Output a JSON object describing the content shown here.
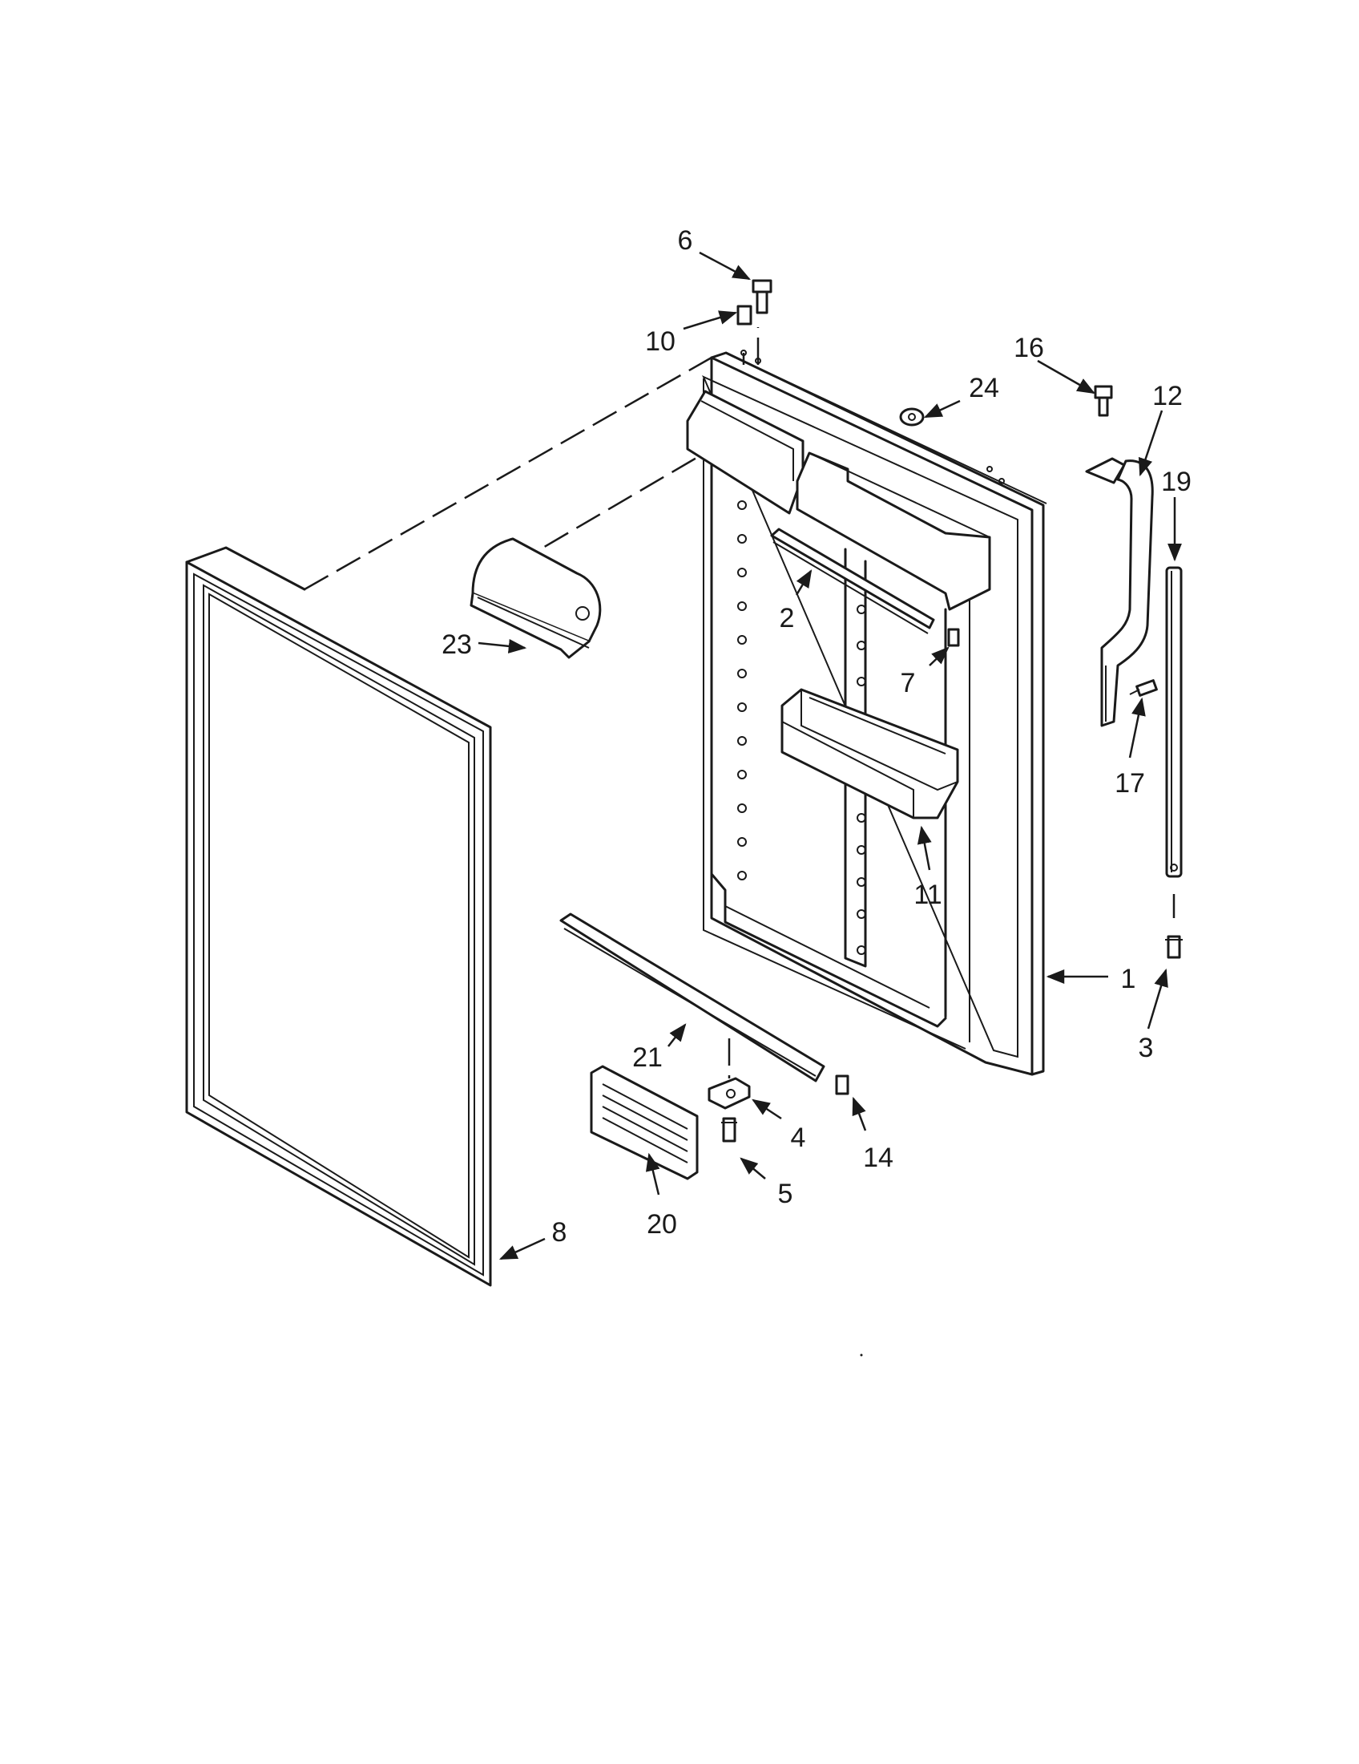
{
  "callouts": [
    {
      "id": "c1",
      "label": "1"
    },
    {
      "id": "c2",
      "label": "2"
    },
    {
      "id": "c3",
      "label": "3"
    },
    {
      "id": "c4",
      "label": "4"
    },
    {
      "id": "c5",
      "label": "5"
    },
    {
      "id": "c6",
      "label": "6"
    },
    {
      "id": "c7",
      "label": "7"
    },
    {
      "id": "c8",
      "label": "8"
    },
    {
      "id": "c10",
      "label": "10"
    },
    {
      "id": "c11",
      "label": "11"
    },
    {
      "id": "c12",
      "label": "12"
    },
    {
      "id": "c14",
      "label": "14"
    },
    {
      "id": "c16",
      "label": "16"
    },
    {
      "id": "c17",
      "label": "17"
    },
    {
      "id": "c19",
      "label": "19"
    },
    {
      "id": "c20",
      "label": "20"
    },
    {
      "id": "c21",
      "label": "21"
    },
    {
      "id": "c23",
      "label": "23"
    },
    {
      "id": "c24",
      "label": "24"
    }
  ]
}
